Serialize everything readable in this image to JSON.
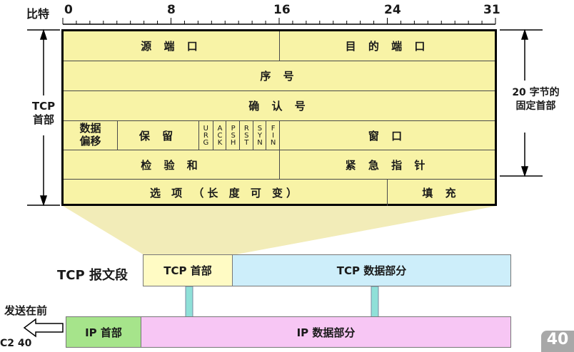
{
  "ruler": {
    "label": "比特",
    "marks": [
      "0",
      "8",
      "16",
      "24",
      "31"
    ]
  },
  "header": {
    "row1": {
      "source_port": "源 端 口",
      "dest_port": "目 的 端 口"
    },
    "row2": {
      "seq": "序 号"
    },
    "row3": {
      "ack": "确  认  号"
    },
    "row4": {
      "data_offset_line1": "数据",
      "data_offset_line2": "偏移",
      "reserved": "保 留",
      "flags": [
        [
          "U",
          "R",
          "G"
        ],
        [
          "A",
          "C",
          "K"
        ],
        [
          "P",
          "S",
          "H"
        ],
        [
          "R",
          "S",
          "T"
        ],
        [
          "S",
          "Y",
          "N"
        ],
        [
          "F",
          "I",
          "N"
        ]
      ],
      "window": "窗 口"
    },
    "row5": {
      "checksum": "检 验 和",
      "urgent": "紧 急 指 针"
    },
    "row6": {
      "options": "选  项 （长 度 可 变）",
      "padding": "填   充"
    }
  },
  "left_label": {
    "line1": "TCP",
    "line2": "首部"
  },
  "right_label": {
    "line1": "20 字节的",
    "line2": "固定首部"
  },
  "segment": {
    "label": "TCP 报文段",
    "tcp_header": "TCP 首部",
    "tcp_data": "TCP 数据部分"
  },
  "ip_packet": {
    "send_first": "发送在前",
    "ip_header": "IP 首部",
    "ip_data": "IP 数据部分"
  },
  "footer": {
    "clipped_text": "C2 40",
    "page_number": "40"
  },
  "colors": {
    "header_fill": "#f8f3a6",
    "tcp_header_fill": "#fffbc4",
    "tcp_data_fill": "#cdeefa",
    "ip_header_fill": "#a6e48b",
    "ip_data_fill": "#f7c6f4",
    "arrow_fill": "#8fe0d8"
  }
}
